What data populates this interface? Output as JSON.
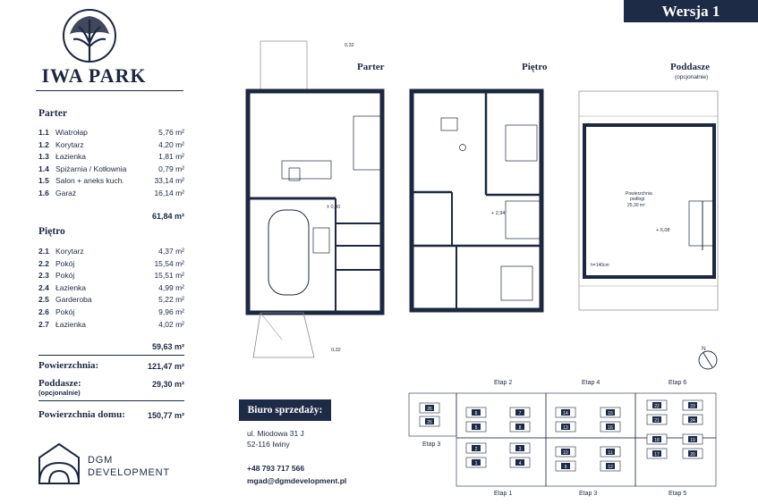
{
  "version_badge": "Wersja 1",
  "logo": {
    "name": "IWA PARK"
  },
  "ground_floor": {
    "title": "Parter",
    "rooms": [
      {
        "num": "1.1",
        "name": "Wiatrołap",
        "area": "5,76 m²"
      },
      {
        "num": "1.2",
        "name": "Korytarz",
        "area": "4,20 m²"
      },
      {
        "num": "1.3",
        "name": "Łazienka",
        "area": "1,81 m²"
      },
      {
        "num": "1.4",
        "name": "Spiżarnia / Kotłownia",
        "area": "0,79 m²"
      },
      {
        "num": "1.5",
        "name": "Salon + aneks kuch.",
        "area": "33,14 m²"
      },
      {
        "num": "1.6",
        "name": "Garaż",
        "area": "16,14 m²"
      }
    ],
    "total": "61,84 m²"
  },
  "first_floor": {
    "title": "Piętro",
    "rooms": [
      {
        "num": "2.1",
        "name": "Korytarz",
        "area": "4,37 m²"
      },
      {
        "num": "2.2",
        "name": "Pokój",
        "area": "15,54 m²"
      },
      {
        "num": "2.3",
        "name": "Pokój",
        "area": "15,51 m²"
      },
      {
        "num": "2.4",
        "name": "Łazienka",
        "area": "4,99 m²"
      },
      {
        "num": "2.5",
        "name": "Garderoba",
        "area": "5,22 m²"
      },
      {
        "num": "2.6",
        "name": "Pokój",
        "area": "9,96 m²"
      },
      {
        "num": "2.7",
        "name": "Łazienka",
        "area": "4,02 m²"
      }
    ],
    "total": "59,63 m²"
  },
  "summary": {
    "surface_label": "Powierzchnia:",
    "surface_value": "121,47 m²",
    "attic_label": "Poddasze:",
    "attic_sub": "(opcjonalnie)",
    "attic_value": "29,30 m²",
    "house_label": "Powierzchnia domu:",
    "house_value": "150,77 m²"
  },
  "developer": {
    "line1": "DGM",
    "line2": "DEVELOPMENT"
  },
  "plans": {
    "ground_title": "Parter",
    "first_title": "Piętro",
    "attic_title": "Poddasze",
    "attic_sub": "(opcjonalnie)",
    "dim_top": "0,32",
    "dim_bottom": "0,32",
    "level_ground": "± 0,00",
    "level_first": "+ 2,94",
    "level_attic": "+ 6,08",
    "attic_area_label_1": "Powierzchnia",
    "attic_area_label_2": "podłogi",
    "attic_area_value": "25,30 m²",
    "attic_height": "h=140cm"
  },
  "sales_office": {
    "title": "Biuro sprzedaży:",
    "street": "ul. Miodowa 31 J",
    "city": "52-116 Iwiny",
    "phone": "+48 793 717 566",
    "email": "mgad@dgmdevelopment.pl"
  },
  "site_map": {
    "etaps": [
      {
        "label": "Etap 1"
      },
      {
        "label": "Etap 2"
      },
      {
        "label": "Etap 3"
      },
      {
        "label": "Etap 3"
      },
      {
        "label": "Etap 4"
      },
      {
        "label": "Etap 5"
      },
      {
        "label": "Etap 6"
      }
    ],
    "lots": [
      "26",
      "25",
      "6",
      "7",
      "5",
      "8",
      "2",
      "3",
      "1",
      "4",
      "14",
      "15",
      "13",
      "16",
      "10",
      "11",
      "9",
      "12",
      "22",
      "23",
      "21",
      "24",
      "18",
      "19",
      "17",
      "20"
    ],
    "compass": "N"
  },
  "colors": {
    "navy": "#1e2b47",
    "wall": "#1d2840"
  }
}
